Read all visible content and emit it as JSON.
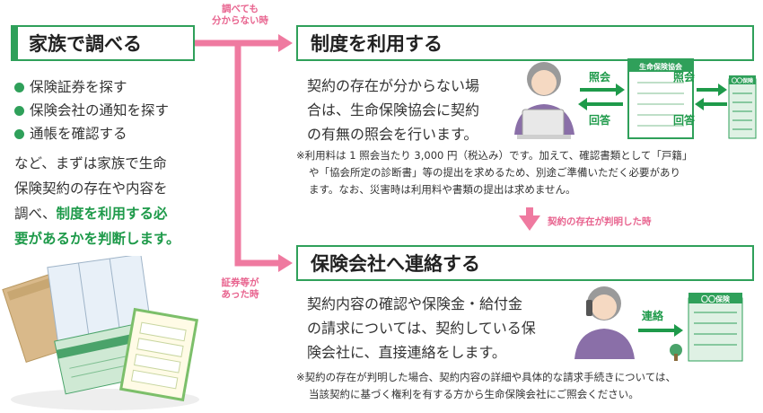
{
  "family": {
    "title": "家族で調べる",
    "bullets": [
      "保険証券を探す",
      "保険会社の通知を探す",
      "通帳を確認する"
    ],
    "text_line1": "など、まずは家族で生命",
    "text_line2": "保険契約の存在や内容を",
    "text_line3_plain": "調べ、",
    "text_line3_hl": "制度を利用する必",
    "text_line4_hl": "要があるかを判断します。"
  },
  "arrows": {
    "unknown_line1": "調べても",
    "unknown_line2": "分からない時",
    "found_line1": "証券等が",
    "found_line2": "あった時",
    "identified": "契約の存在が判明した時"
  },
  "system": {
    "title": "制度を利用する",
    "body_line1": "契約の存在が分からない場",
    "body_line2": "合は、生命保険協会に契約",
    "body_line3": "の有無の照会を行います。",
    "note_line1": "※利用料は 1 照会当たり 3,000 円（税込み）です。加えて、確認書類として「戸籍」",
    "note_line2": "や「協会所定の診断書」等の提出を求めるため、別途ご準備いただく必要があり",
    "note_line3": "ます。なお、災害時は利用料や書類の提出は求めません。",
    "inquiry": "照会",
    "answer": "回答",
    "association": "生命保険協会",
    "company_sign": "〇〇保険"
  },
  "insurer": {
    "title": "保険会社へ連絡する",
    "body_line1": "契約内容の確認や保険金・給付金",
    "body_line2": "の請求については、契約している保",
    "body_line3": "険会社に、直接連絡をします。",
    "note_line1": "※契約の存在が判明した場合、契約内容の詳細や具体的な請求手続きについては、",
    "note_line2": "当該契約に基づく権利を有する方から生命保険会社にご照会ください。",
    "contact": "連絡",
    "company_sign": "〇〇保険"
  },
  "colors": {
    "green": "#2fa05a",
    "pink": "#ef7aa0"
  }
}
